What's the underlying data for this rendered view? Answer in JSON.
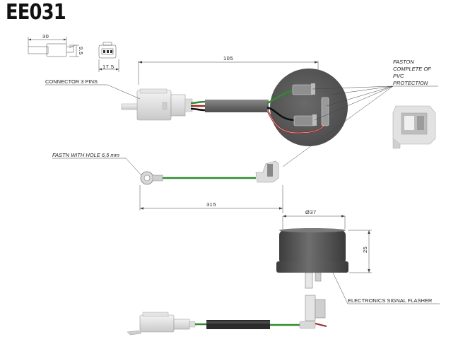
{
  "title": "EE031",
  "labels": {
    "connector": "CONNECTOR 3 PINS",
    "faston_1": "FASTON",
    "faston_2": "COMPLETE OF",
    "faston_3": "PVC",
    "faston_4": "PROTECTION",
    "fastn_hole": "FASTN WITH HOLE 6,5 mm",
    "flasher": "ELECTRONICS SIGNAL FLASHER"
  },
  "dimensions": {
    "connector_len": "30",
    "connector_h": "9.5",
    "connector_w": "17.5",
    "cable_len": "105",
    "wire_len": "315",
    "diameter": "Ø37",
    "height": "25"
  },
  "colors": {
    "wire_green": "#2f8a2f",
    "wire_red": "#9a2a2a",
    "wire_black": "#111111",
    "body_gray": "#5a5a5a",
    "sheath": "#777777"
  }
}
